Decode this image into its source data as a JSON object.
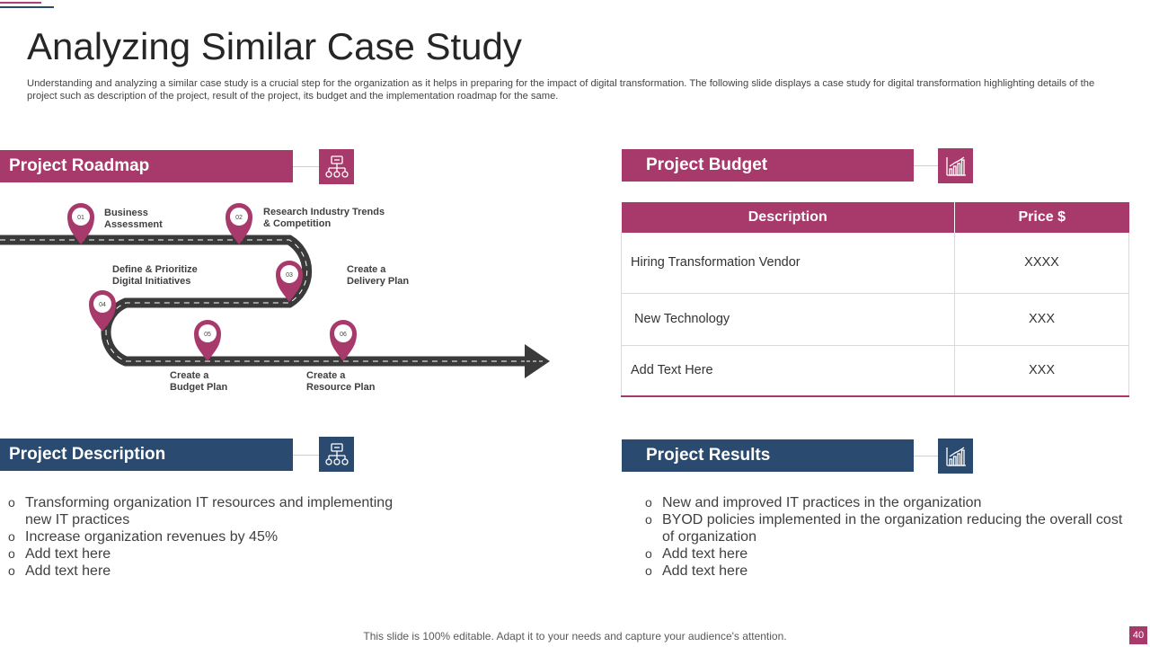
{
  "slide": {
    "title": "Analyzing Similar Case Study",
    "subtitle": "Understanding and analyzing a similar case study is a crucial step for the organization as it helps in preparing for the impact of digital transformation. The following slide displays a case study for digital transformation highlighting details of the project such as description of the project, result of the project, its budget and the implementation roadmap  for the same.",
    "footer": "This slide is 100% editable. Adapt it to your needs and capture your audience's attention.",
    "page_number": "40"
  },
  "colors": {
    "accent": "#a8396b",
    "navy": "#2a4a6f",
    "road": "#3a3a3a"
  },
  "roadmap": {
    "heading": "Project Roadmap",
    "icon": "hierarchy-icon",
    "milestones": [
      {
        "num": "01",
        "label_line1": "Business",
        "label_line2": "Assessment"
      },
      {
        "num": "02",
        "label_line1": "Research Industry Trends",
        "label_line2": "& Competition"
      },
      {
        "num": "03",
        "label_line1": "Create a",
        "label_line2": "Delivery Plan"
      },
      {
        "num": "04",
        "label_line1": "Define & Prioritize",
        "label_line2": "Digital Initiatives"
      },
      {
        "num": "05",
        "label_line1": "Create a",
        "label_line2": "Budget Plan"
      },
      {
        "num": "06",
        "label_line1": "Create a",
        "label_line2": "Resource Plan"
      }
    ]
  },
  "budget": {
    "heading": "Project Budget",
    "icon": "bar-chart-icon",
    "columns": [
      "Description",
      "Price $"
    ],
    "rows": [
      {
        "description": "Hiring Transformation Vendor",
        "price": "XXXX"
      },
      {
        "description": " New Technology",
        "price": "XXX"
      },
      {
        "description": "Add Text Here",
        "price": "XXX"
      }
    ]
  },
  "description": {
    "heading": "Project Description",
    "icon": "hierarchy-icon",
    "bullets": [
      "Transforming  organization IT resources and implementing  new IT practices",
      "Increase  organization revenues  by 45%",
      "Add text here",
      "Add text here"
    ]
  },
  "results": {
    "heading": "Project Results",
    "icon": "bar-chart-icon",
    "bullets": [
      "New and improved IT  practices in the organization",
      "BYOD policies implemented in the organization  reducing the overall cost of organization",
      "Add text here",
      "Add text here"
    ]
  }
}
